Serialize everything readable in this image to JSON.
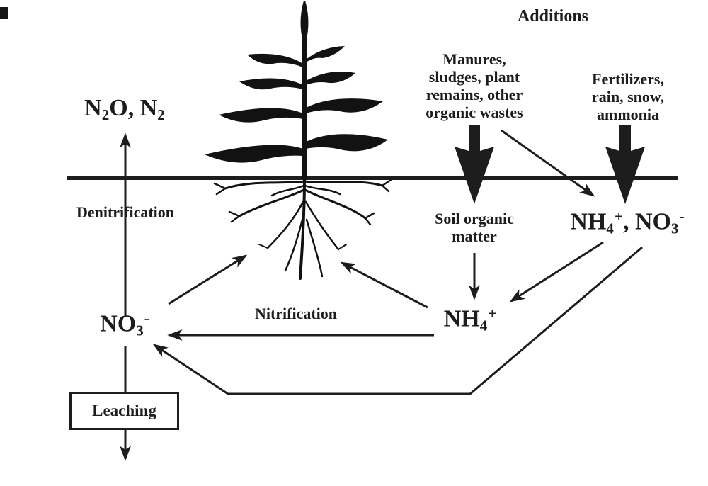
{
  "colors": {
    "ink": "#1d1d1d",
    "background": "#ffffff"
  },
  "labels": {
    "additions": "Additions",
    "manures": "Manures,\nsludges, plant\nremains, other\norganic wastes",
    "fertilizers": "Fertilizers,\nrain, snow,\nammonia",
    "denitrification": "Denitrification",
    "nitrification": "Nitrification",
    "leaching": "Leaching",
    "soil_organic_matter": "Soil organic\nmatter"
  },
  "formulas": {
    "n2o_n2": {
      "b1": "N",
      "sub1": "2",
      "b2": "O, N",
      "sub2": "2"
    },
    "nh4_no3": {
      "b1": "NH",
      "sub1": "4",
      "sup1": "+",
      "sep": ", ",
      "b2": "NO",
      "sub2": "3",
      "sup2": "-"
    },
    "nh4": {
      "b": "NH",
      "sub": "4",
      "sup": "+"
    },
    "no3": {
      "b": "NO",
      "sub": "3",
      "sup": "-"
    }
  }
}
